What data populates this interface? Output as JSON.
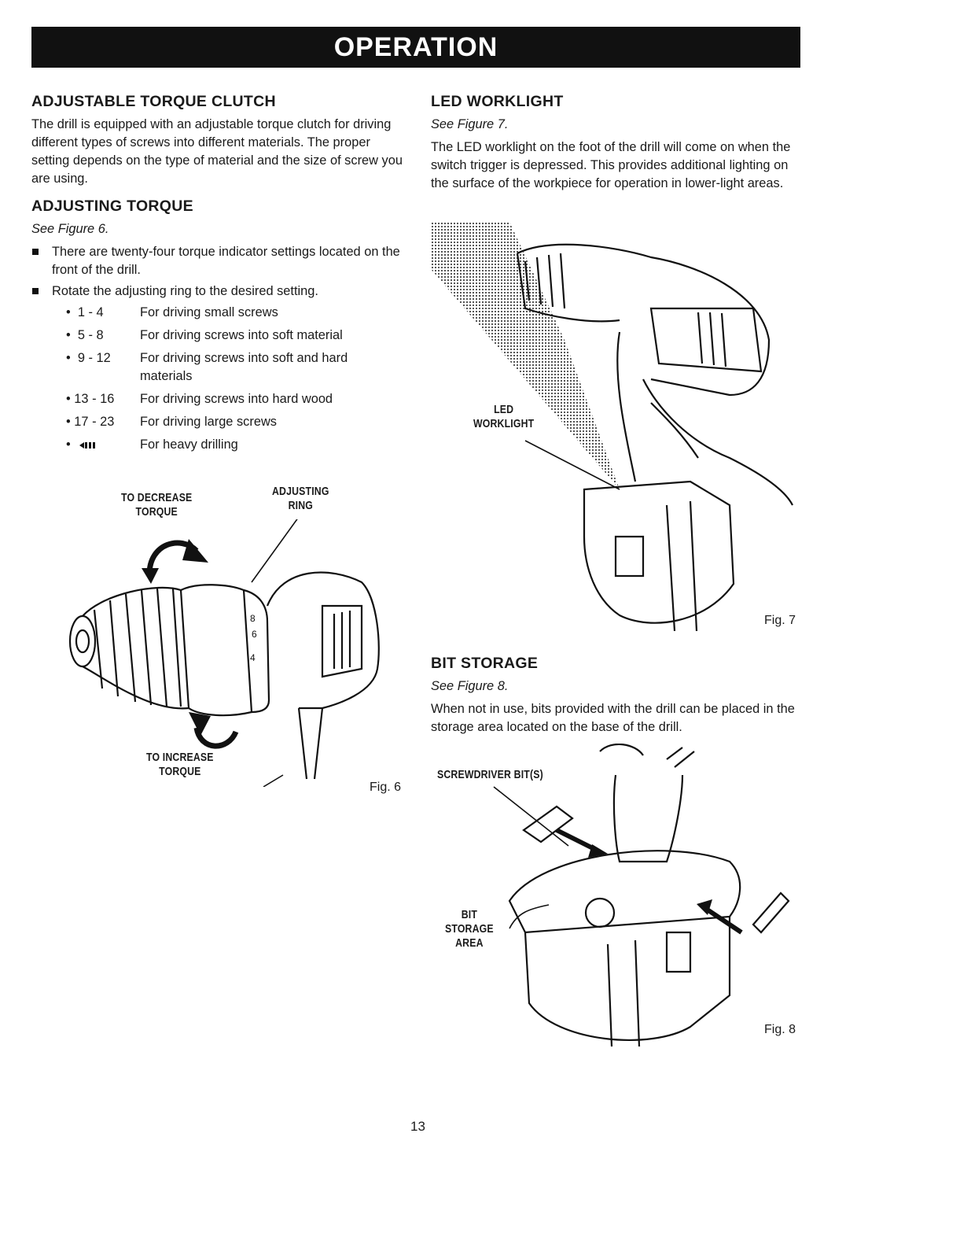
{
  "header": {
    "title": "OPERATION"
  },
  "left": {
    "clutch": {
      "heading": "ADJUSTABLE TORQUE CLUTCH",
      "body": "The drill is equipped with an adjustable torque clutch for driving different types of screws into different materials. The proper setting depends on the type of material and the size of screw you are using."
    },
    "adjusting": {
      "heading": "ADJUSTING TORQUE",
      "see": "See Figure 6.",
      "bullets": [
        "There are twenty-four torque indicator settings located on the front of the drill.",
        "Rotate the adjusting ring to the desired setting."
      ],
      "settings": [
        {
          "range": "1 - 4",
          "desc": "For driving small screws"
        },
        {
          "range": "5 - 8",
          "desc": "For driving screws into soft material"
        },
        {
          "range": "9 - 12",
          "desc": "For driving screws into soft and hard materials"
        },
        {
          "range": "13 - 16",
          "desc": "For driving screws into hard wood"
        },
        {
          "range": "17 - 23",
          "desc": "For driving large screws"
        },
        {
          "range": "",
          "desc": "For heavy drilling"
        }
      ]
    },
    "figure6": {
      "decrease_label_1": "TO DECREASE",
      "decrease_label_2": "TORQUE",
      "ring_label_1": "ADJUSTING",
      "ring_label_2": "RING",
      "increase_label_1": "TO INCREASE",
      "increase_label_2": "TORQUE",
      "caption": "Fig. 6"
    }
  },
  "right": {
    "led": {
      "heading": "LED WORKLIGHT",
      "see": "See Figure 7.",
      "body": "The LED worklight on the foot of the drill will come on when the switch trigger is depressed. This provides additional lighting on the surface of the workpiece for operation in lower-light areas."
    },
    "figure7": {
      "label_1": "LED",
      "label_2": "WORKLIGHT",
      "caption": "Fig. 7"
    },
    "bits": {
      "heading": "BIT STORAGE",
      "see": "See Figure 8.",
      "body": "When not in use, bits provided with the drill can be placed in the storage area located on the base of the drill."
    },
    "figure8": {
      "bits_label": "SCREWDRIVER BIT(S)",
      "area_label_1": "BIT",
      "area_label_2": "STORAGE",
      "area_label_3": "AREA",
      "caption": "Fig. 8"
    }
  },
  "footer": {
    "page_number": "13"
  }
}
